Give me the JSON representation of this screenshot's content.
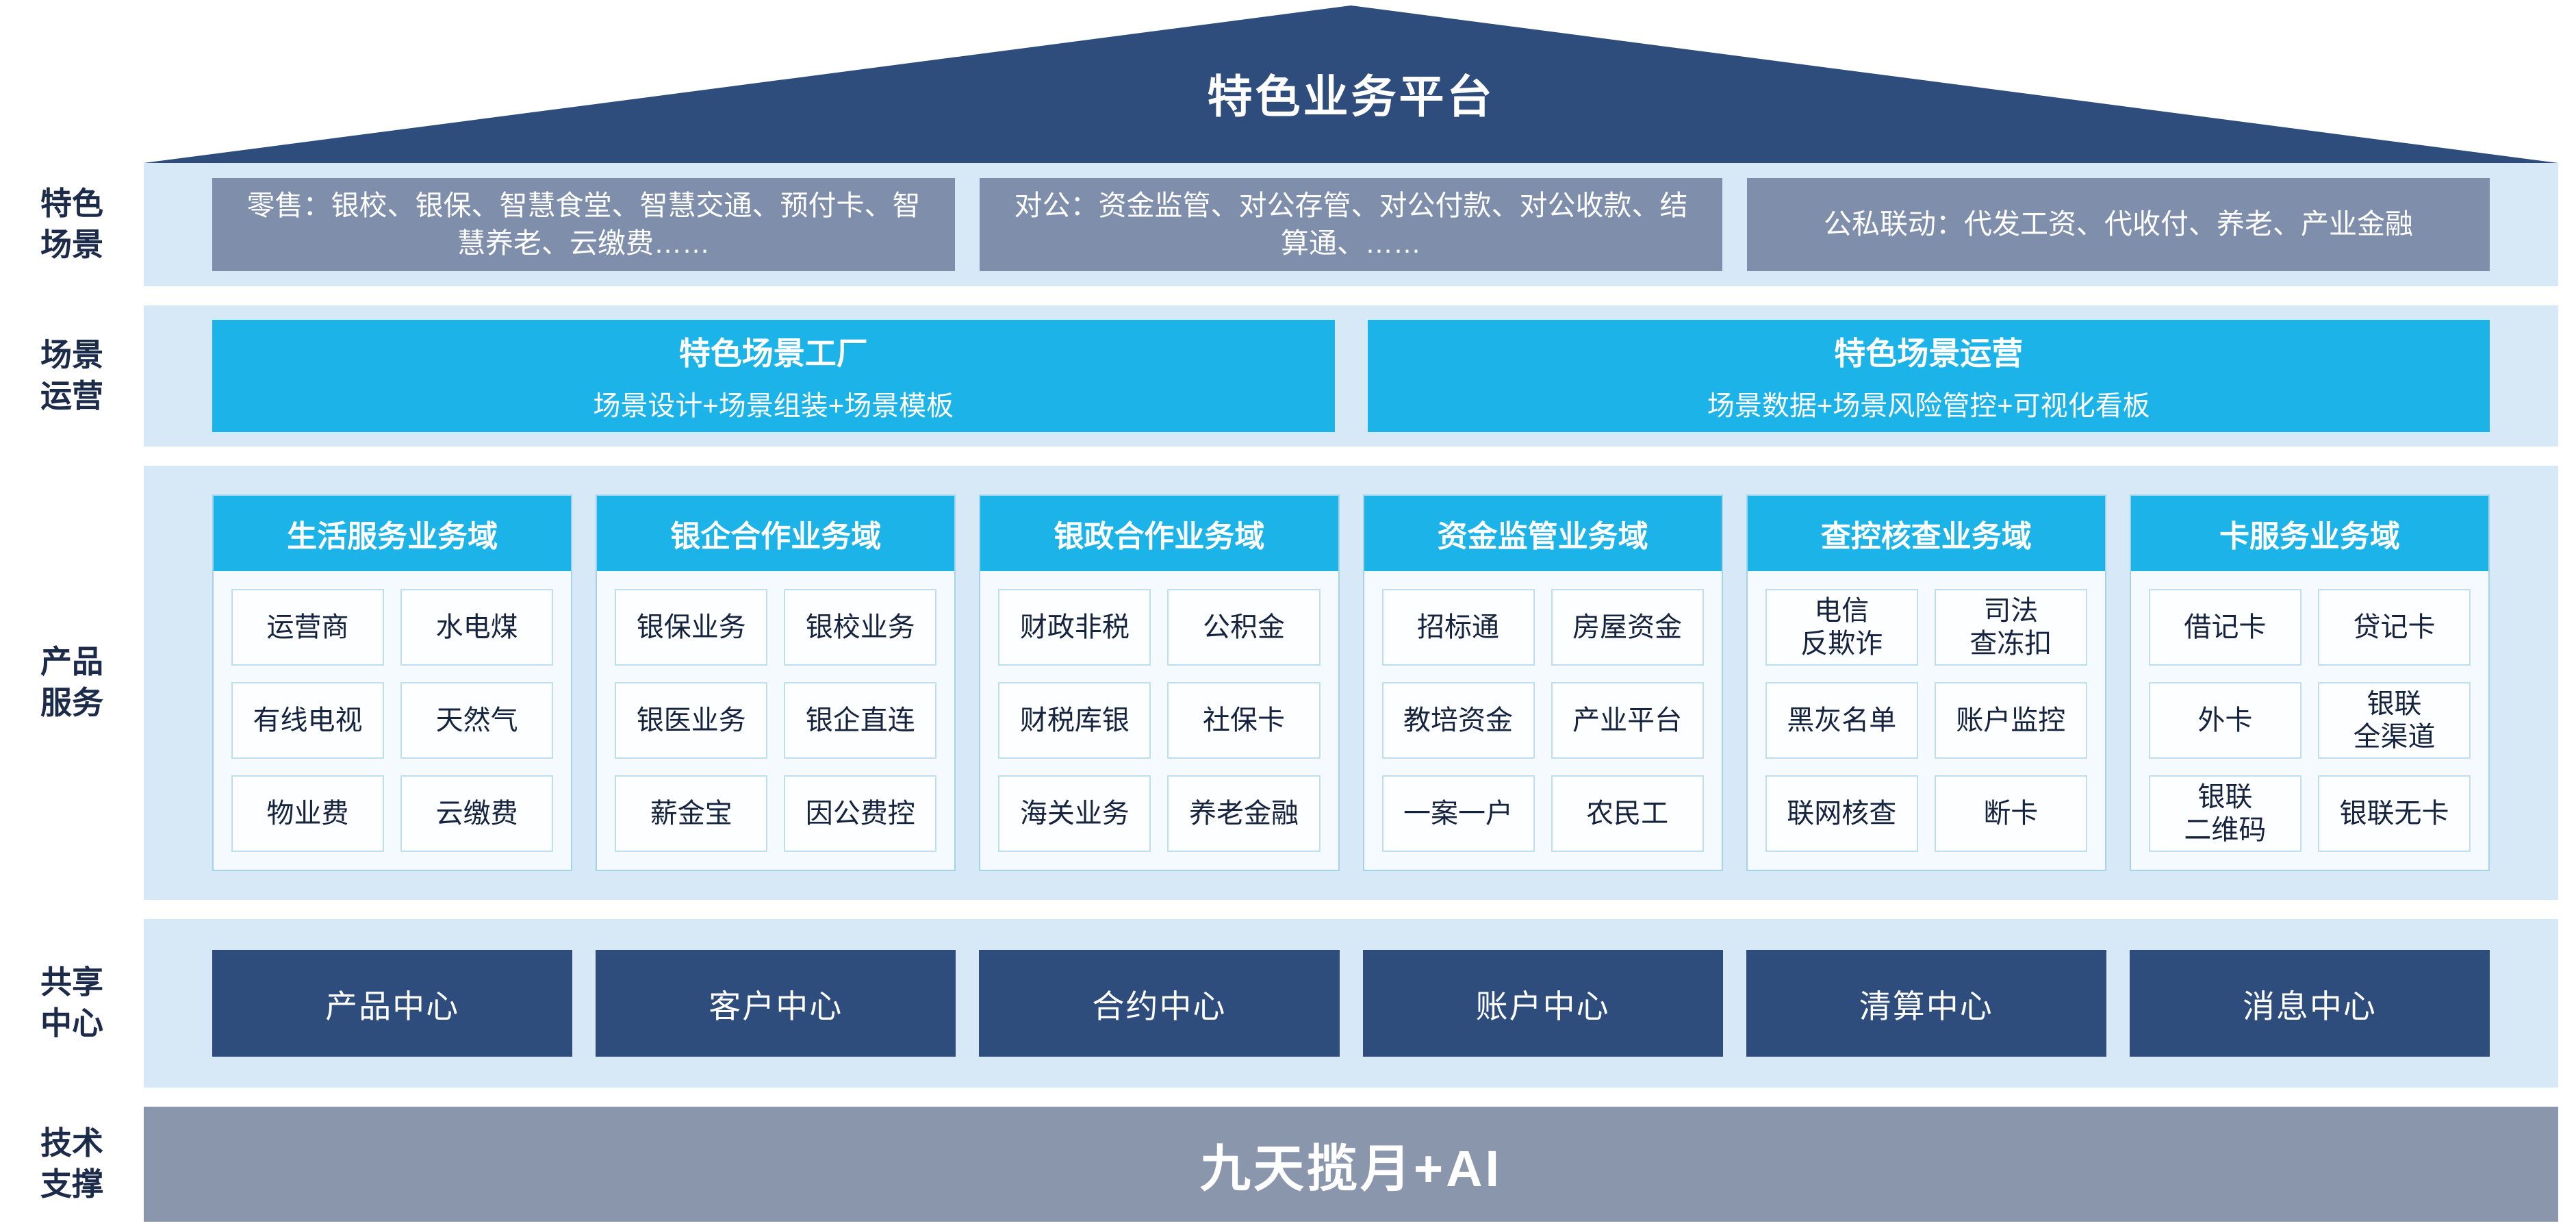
{
  "roof": {
    "title": "特色业务平台"
  },
  "sections": {
    "scenarios": {
      "label": "特色\n场景",
      "items": [
        "零售：银校、银保、智慧食堂、智慧交通、预付卡、智慧养老、云缴费……",
        "对公：资金监管、对公存管、对公付款、对公收款、结算通、……",
        "公私联动：代发工资、代收付、养老、产业金融"
      ]
    },
    "operations": {
      "label": "场景\n运营",
      "items": [
        {
          "title": "特色场景工厂",
          "subtitle": "场景设计+场景组装+场景模板"
        },
        {
          "title": "特色场景运营",
          "subtitle": "场景数据+场景风险管控+可视化看板"
        }
      ]
    },
    "products": {
      "label": "产品\n服务",
      "domains": [
        {
          "title": "生活服务业务域",
          "cells": [
            "运营商",
            "水电煤",
            "有线电视",
            "天然气",
            "物业费",
            "云缴费"
          ]
        },
        {
          "title": "银企合作业务域",
          "cells": [
            "银保业务",
            "银校业务",
            "银医业务",
            "银企直连",
            "薪金宝",
            "因公费控"
          ]
        },
        {
          "title": "银政合作业务域",
          "cells": [
            "财政非税",
            "公积金",
            "财税库银",
            "社保卡",
            "海关业务",
            "养老金融"
          ]
        },
        {
          "title": "资金监管业务域",
          "cells": [
            "招标通",
            "房屋资金",
            "教培资金",
            "产业平台",
            "一案一户",
            "农民工"
          ]
        },
        {
          "title": "查控核查业务域",
          "cells": [
            "电信\n反欺诈",
            "司法\n查冻扣",
            "黑灰名单",
            "账户监控",
            "联网核查",
            "断卡"
          ]
        },
        {
          "title": "卡服务业务域",
          "cells": [
            "借记卡",
            "贷记卡",
            "外卡",
            "银联\n全渠道",
            "银联\n二维码",
            "银联无卡"
          ]
        }
      ]
    },
    "centers": {
      "label": "共享\n中心",
      "items": [
        "产品中心",
        "客户中心",
        "合约中心",
        "账户中心",
        "清算中心",
        "消息中心"
      ]
    },
    "tech": {
      "label": "技术\n支撑",
      "title": "九天揽月+AI"
    }
  },
  "colors": {
    "navy": "#2e4d7c",
    "cyan": "#1bb3e8",
    "slate_gray": "#7e8eab",
    "tech_gray": "#8a96ac",
    "band_blue": "#d7e9f6",
    "cell_border": "#bfdff1",
    "text_dark": "#16233e"
  }
}
